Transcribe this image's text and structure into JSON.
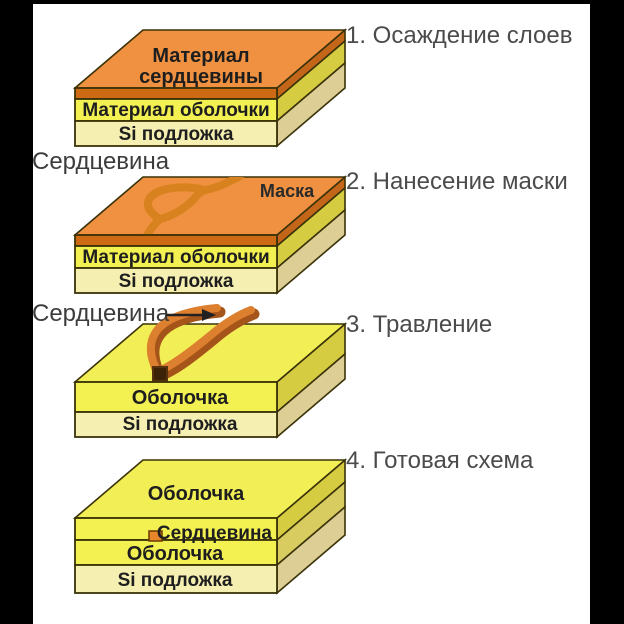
{
  "frame": {
    "bar_color": "#000000",
    "canvas_color": "#ffffff"
  },
  "steps": [
    {
      "title": "1. Осаждение слоев",
      "box": {
        "top_line1": "Материал",
        "top_line2": "сердцевины",
        "cladding_layer": "Материал оболочки",
        "substrate_layer": "Si подложка"
      }
    },
    {
      "title": "2. Нанесение маски",
      "side_label": "Сердцевина",
      "box": {
        "mask_label": "Маска",
        "cladding_layer": "Материал оболочки",
        "substrate_layer": "Si подложка"
      }
    },
    {
      "title": "3. Травление",
      "side_label": "Сердцевина",
      "box": {
        "cladding_layer": "Оболочка",
        "substrate_layer": "Si подложка"
      }
    },
    {
      "title": "4. Готовая схема",
      "box": {
        "top_label": "Оболочка",
        "core_label": "Сердцевина",
        "cladding_layer": "Оболочка",
        "substrate_layer": "Si подложка"
      }
    }
  ],
  "colors": {
    "core_top_face": "#EF9140",
    "core_front_edge": "#CE6A14",
    "core_side_edge": "#C4661A",
    "cladding_front": "#F3F052",
    "substrate_front": "#F6EFB2",
    "cladding_side": "#D6CC42",
    "substrate_side": "#DCCE94",
    "yellow_top_face": "#F2EE55",
    "side_band_mid": "#D8CC60",
    "mask_line": "#D8821F",
    "ridge_top": "#DC7F2E",
    "ridge_side": "#A5541A",
    "core_square": "#E8862C",
    "core_square_dark": "#3C2206",
    "title_text": "#4b4b4b",
    "label_text": "#1e1e1e"
  }
}
